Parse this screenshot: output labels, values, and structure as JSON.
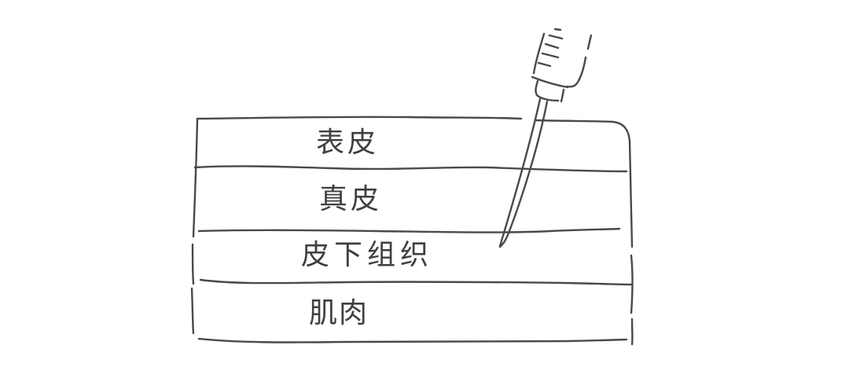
{
  "diagram": {
    "type": "hand-drawn cross-section of skin layers with a syringe needle",
    "layers": [
      {
        "id": "epidermis",
        "label": "表皮"
      },
      {
        "id": "dermis",
        "label": "真皮"
      },
      {
        "id": "subcutaneous",
        "label": "皮下组织"
      },
      {
        "id": "muscle",
        "label": "肌肉"
      }
    ],
    "needle": {
      "icon": "syringe-icon",
      "tip_layer": "subcutaneous"
    },
    "colors": {
      "background": "#ffffff",
      "stroke": "#4a4a4a",
      "text": "#3f3f3f"
    }
  }
}
